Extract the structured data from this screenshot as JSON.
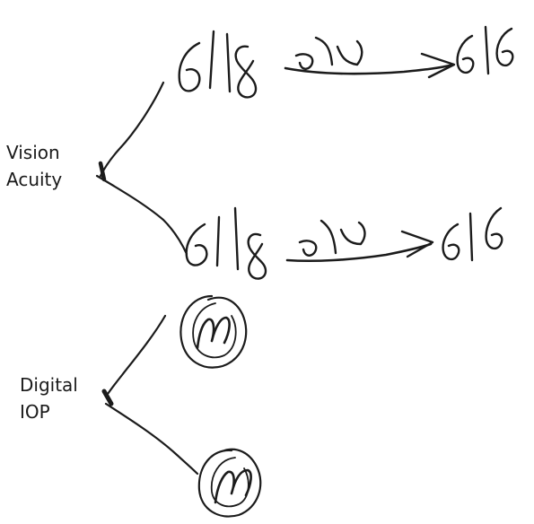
{
  "form": {
    "vision_acuity": {
      "label_line1": "Vision",
      "label_line2": "Acuity",
      "entries": [
        {
          "value": "6|18",
          "result": "6|6"
        },
        {
          "value": "6|18",
          "result": "6|6"
        }
      ]
    },
    "digital_iop": {
      "label_line1": "Digital",
      "label_line2": "IOP",
      "entries": [
        {
          "value": "N"
        },
        {
          "value": "N"
        }
      ]
    }
  },
  "colors": {
    "ink": "#1b1b1b",
    "label_text": "#1a1a1a",
    "background": "#ffffff"
  }
}
